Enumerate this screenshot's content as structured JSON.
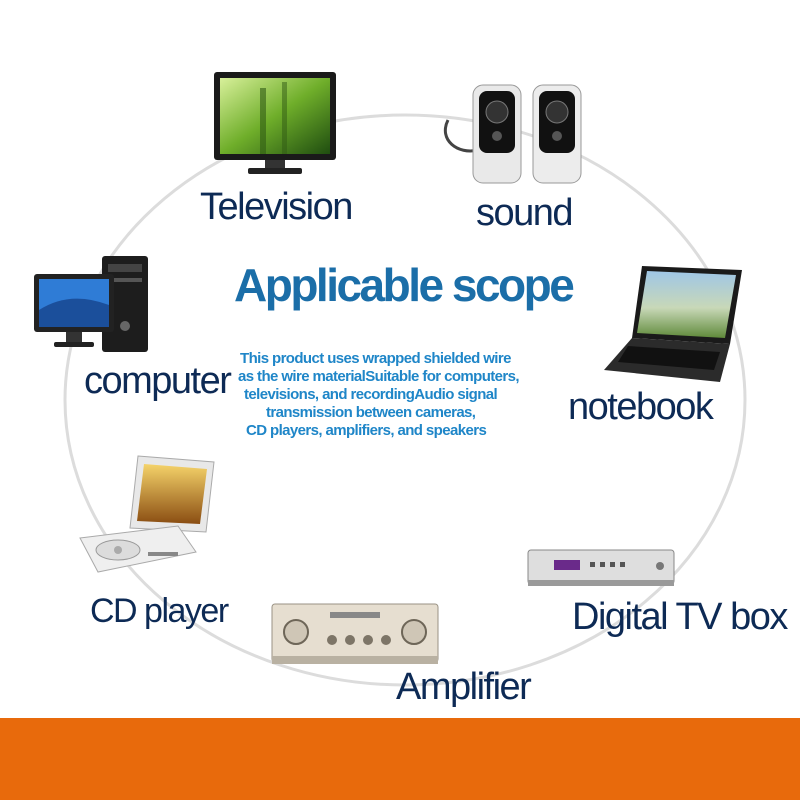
{
  "title": "Applicable scope",
  "description": [
    "This product uses wrapped shielded wire",
    "as the wire materialSuitable for computers,",
    "televisions, and recordingAudio signal",
    "transmission between cameras,",
    "CD players, amplifiers, and speakers"
  ],
  "devices": {
    "television": "Television",
    "sound": "sound",
    "computer": "computer",
    "notebook": "notebook",
    "cd_player": "CD player",
    "digital_tv_box": "Digital TV box",
    "amplifier": "Amplifier"
  },
  "colors": {
    "title": "#1b6ea8",
    "description": "#1f86c8",
    "labels": "#0d2a55",
    "bottom_bar": "#e86a0c",
    "ring": "#dcdcdc"
  }
}
